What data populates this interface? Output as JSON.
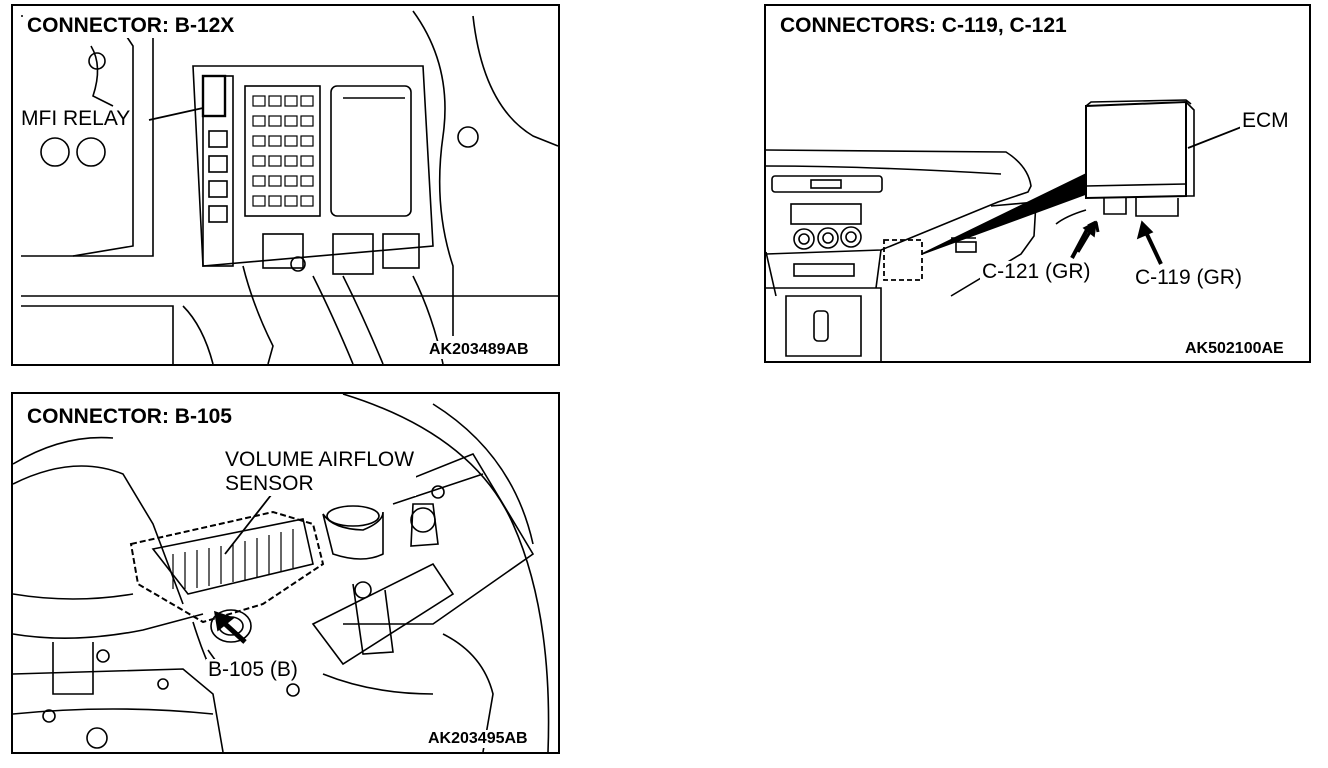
{
  "panels": [
    {
      "title": "CONNECTOR: B-12X",
      "code": "AK203489AB",
      "labels": {
        "relay": "MFI RELAY"
      }
    },
    {
      "title": "CONNECTORS: C-119, C-121",
      "code": "AK502100AE",
      "labels": {
        "ecm": "ECM",
        "c121": "C-121 (GR)",
        "c119": "C-119 (GR)"
      }
    },
    {
      "title": "CONNECTOR: B-105",
      "code": "AK203495AB",
      "labels": {
        "sensor_line1": "VOLUME AIRFLOW",
        "sensor_line2": "SENSOR",
        "b105": "B-105 (B)"
      }
    }
  ]
}
